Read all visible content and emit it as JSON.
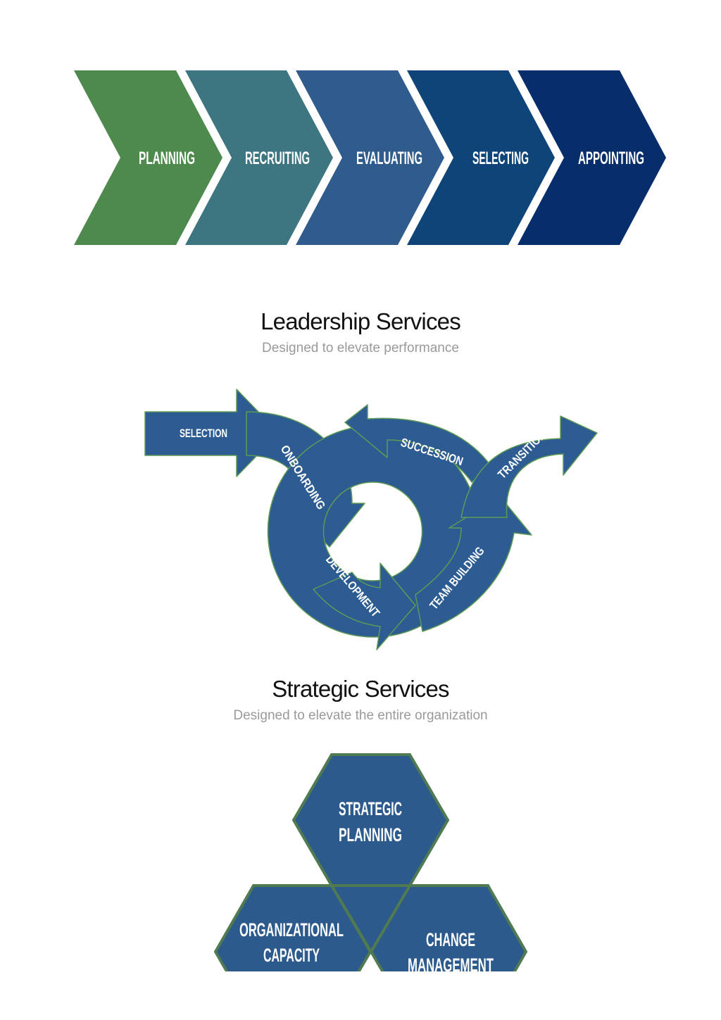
{
  "process": {
    "steps": [
      {
        "label": "PLANNING",
        "color": "#4e8a4e"
      },
      {
        "label": "RECRUITING",
        "color": "#3d7680"
      },
      {
        "label": "EVALUATING",
        "color": "#2f5c8c"
      },
      {
        "label": "SELECTING",
        "color": "#0f4478"
      },
      {
        "label": "APPOINTING",
        "color": "#072e6a"
      }
    ]
  },
  "leadership": {
    "title": "Leadership Services",
    "subtitle": "Designed to elevate performance",
    "arrows": {
      "selection": "SELECTION",
      "onboarding": "ONBOARDING",
      "succession": "SUCCESSION",
      "transition": "TRANSITION",
      "development": "DEVELOPMENT",
      "team_building": "TEAM BUILDING"
    },
    "arrow_color": "#2c5c92",
    "edge_color": "#5f9a56"
  },
  "strategic": {
    "title": "Strategic Services",
    "subtitle": "Designed to elevate the entire organization",
    "hexes": {
      "top": {
        "line1": "STRATEGIC",
        "line2": "PLANNING"
      },
      "left": {
        "line1": "ORGANIZATIONAL",
        "line2": "CAPACITY"
      },
      "right": {
        "line1": "CHANGE",
        "line2": "MANAGEMENT"
      }
    },
    "hex_color": "#2c5a8c",
    "border_color": "#4f7a52"
  }
}
